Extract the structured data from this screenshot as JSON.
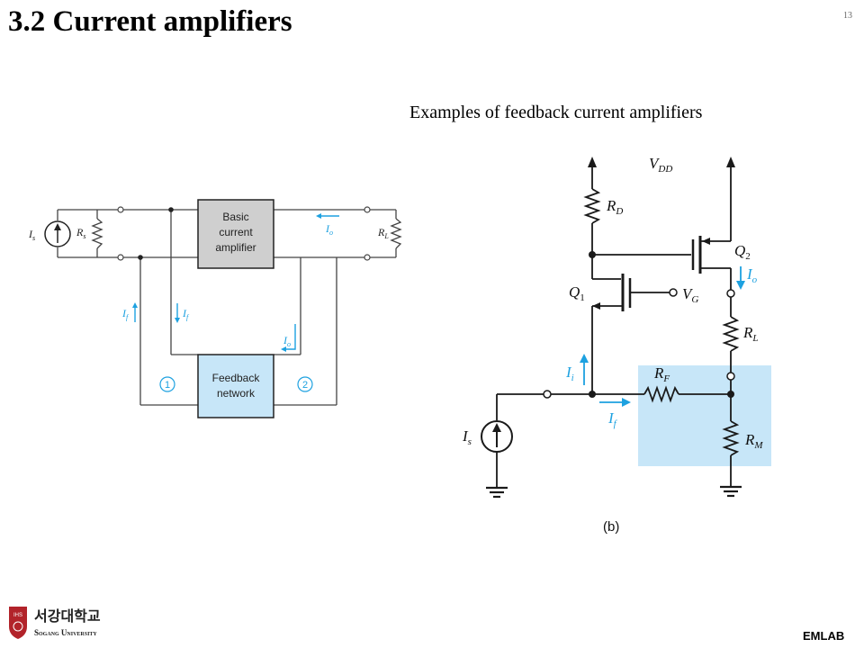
{
  "title": "3.2 Current amplifiers",
  "slide_number": "13",
  "subtitle": "Examples of feedback current amplifiers",
  "footer": "EMLAB",
  "logo": {
    "badge": "IHS",
    "korean": "서강대학교",
    "english": "Sogang University"
  },
  "block_diagram": {
    "basic_box_lines": [
      "Basic",
      "current",
      "amplifier"
    ],
    "feedback_box_lines": [
      "Feedback",
      "network"
    ],
    "port_1": "1",
    "port_2": "2",
    "labels": {
      "Is": "I",
      "Is_sub": "s",
      "Rs": "R",
      "Rs_sub": "s",
      "RL": "R",
      "RL_sub": "L",
      "Io": "I",
      "Io_sub": "o",
      "If": "I",
      "If_sub": "f"
    }
  },
  "circuit": {
    "caption": "(b)",
    "labels": {
      "VDD": "V",
      "VDD_sub": "DD",
      "RD": "R",
      "RD_sub": "D",
      "Q2": "Q",
      "Q2_sub": "2",
      "Q1": "Q",
      "Q1_sub": "1",
      "VG": "V",
      "VG_sub": "G",
      "Io": "I",
      "Io_sub": "o",
      "RL": "R",
      "RL_sub": "L",
      "RF": "R",
      "RF_sub": "F",
      "Ii": "I",
      "Ii_sub": "i",
      "If": "I",
      "If_sub": "f",
      "RM": "R",
      "RM_sub": "M",
      "Is": "I",
      "Is_sub": "s"
    }
  }
}
